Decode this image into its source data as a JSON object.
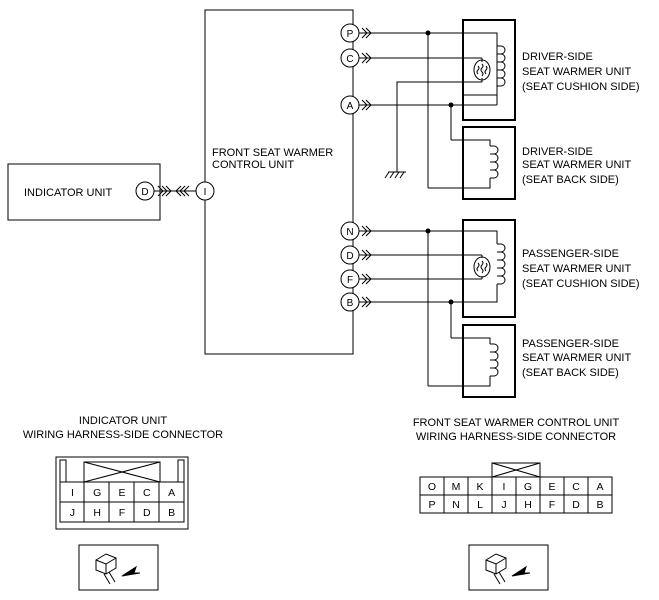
{
  "units": {
    "control_unit": [
      "FRONT SEAT WARMER",
      "CONTROL UNIT"
    ],
    "indicator_unit": "INDICATOR UNIT",
    "driver_cushion": [
      "DRIVER-SIDE",
      "SEAT WARMER UNIT",
      "(SEAT CUSHION SIDE)"
    ],
    "driver_back": [
      "DRIVER-SIDE",
      "SEAT WARMER UNIT",
      "(SEAT BACK SIDE)"
    ],
    "passenger_cushion": [
      "PASSENGER-SIDE",
      "SEAT WARMER UNIT",
      "(SEAT CUSHION SIDE)"
    ],
    "passenger_back": [
      "PASSENGER-SIDE",
      "SEAT WARMER UNIT",
      "(SEAT BACK SIDE)"
    ]
  },
  "terminals": {
    "indicator": "D",
    "control_to_indicator": "I",
    "driver": [
      "P",
      "C",
      "A"
    ],
    "passenger": [
      "N",
      "D",
      "F",
      "B"
    ]
  },
  "connectors": {
    "indicator": {
      "title": [
        "INDICATOR UNIT",
        "WIRING HARNESS-SIDE CONNECTOR"
      ],
      "rows": [
        [
          "I",
          "G",
          "E",
          "C",
          "A"
        ],
        [
          "J",
          "H",
          "F",
          "D",
          "B"
        ]
      ]
    },
    "control": {
      "title": [
        "FRONT SEAT WARMER CONTROL UNIT",
        "WIRING HARNESS-SIDE CONNECTOR"
      ],
      "rows": [
        [
          "O",
          "M",
          "K",
          "I",
          "G",
          "E",
          "C",
          "A"
        ],
        [
          "P",
          "N",
          "L",
          "J",
          "H",
          "F",
          "D",
          "B"
        ]
      ]
    }
  }
}
